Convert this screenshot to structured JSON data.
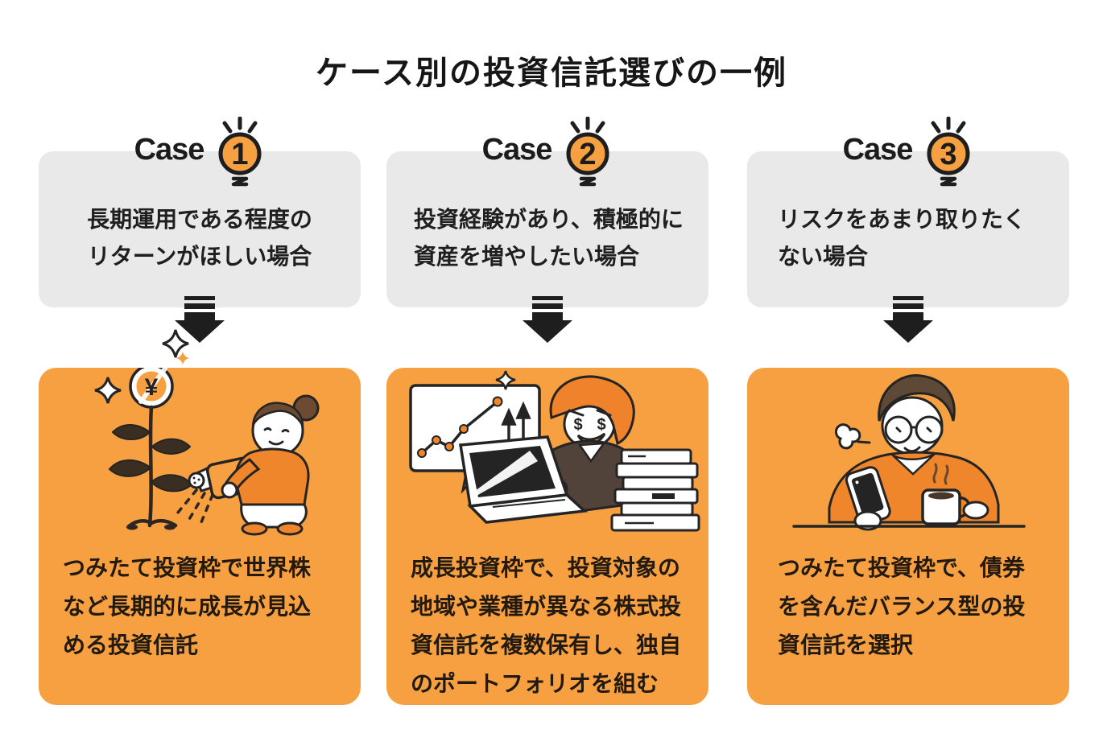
{
  "title": "ケース別の投資信託選びの一例",
  "colors": {
    "accent_orange": "#F7A041",
    "clothing_orange": "#F0862B",
    "panel_gray": "#E9E9E9",
    "ink": "#1F1F1F",
    "background": "#FFFFFF"
  },
  "icons": {
    "case_badge": "lightbulb-icon",
    "flow": "striped-down-arrow-icon",
    "decoration": "sparkle-icon"
  },
  "glyphs": {
    "yen": "¥",
    "dollar_left": "$",
    "dollar_right": "$"
  },
  "cases": [
    {
      "label": "Case",
      "number": "1",
      "condition": "長期運用である程度の\nリターンがほしい場合",
      "recommendation": "つみたて投資枠で世界株\nなど長期的に成長が見込\nめる投資信託",
      "illustration": "woman-watering-money-plant"
    },
    {
      "label": "Case",
      "number": "2",
      "condition": "投資経験があり、積極的に\n資産を増やしたい場合",
      "recommendation": "成長投資枠で、投資対象の\n地域や業種が異なる株式投\n資信託を複数保有し、独自\nのポートフォリオを組む",
      "illustration": "man-researching-laptop-books"
    },
    {
      "label": "Case",
      "number": "3",
      "condition": "リスクをあまり取りたく\nない場合",
      "recommendation": "つみたて投資枠で、債券\nを含んだバランス型の投\n資信託を選択",
      "illustration": "man-smartphone-coffee"
    }
  ]
}
